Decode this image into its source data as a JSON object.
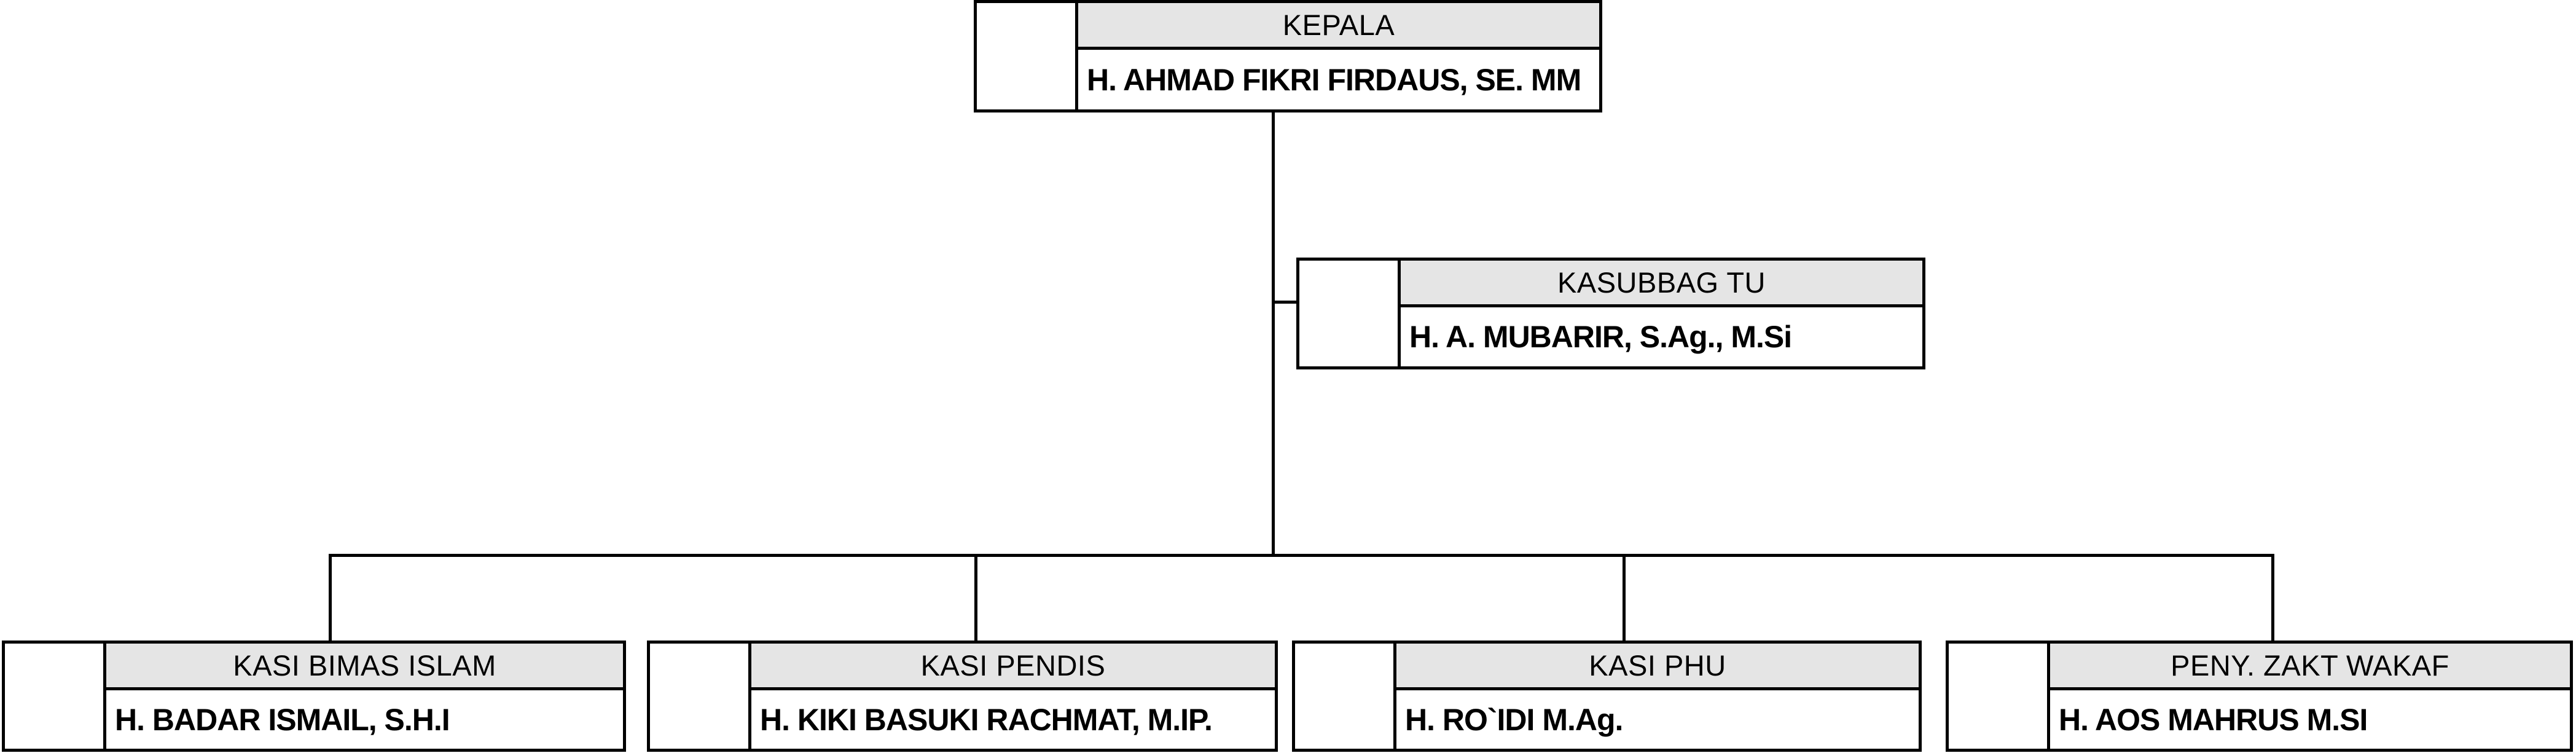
{
  "org_chart": {
    "type": "organization-chart",
    "colors": {
      "background": "#ffffff",
      "header_bg": "#e5e5e5",
      "border": "#000000",
      "text": "#000000"
    },
    "nodes": {
      "kepala": {
        "title": "KEPALA",
        "name": "H. AHMAD FIKRI FIRDAUS, SE. MM"
      },
      "kasubbag_tu": {
        "title": "KASUBBAG TU",
        "name": "H. A. MUBARIR, S.Ag., M.Si"
      },
      "kasi_bimas_islam": {
        "title": "KASI BIMAS ISLAM",
        "name": "H. BADAR ISMAIL, S.H.I"
      },
      "kasi_pendis": {
        "title": "KASI PENDIS",
        "name": "H. KIKI BASUKI RACHMAT, M.IP."
      },
      "kasi_phu": {
        "title": "KASI PHU",
        "name": "H. RO`IDI M.Ag."
      },
      "peny_zakt_wakaf": {
        "title": "PENY. ZAKT WAKAF",
        "name": "H. AOS MAHRUS M.SI"
      }
    }
  }
}
